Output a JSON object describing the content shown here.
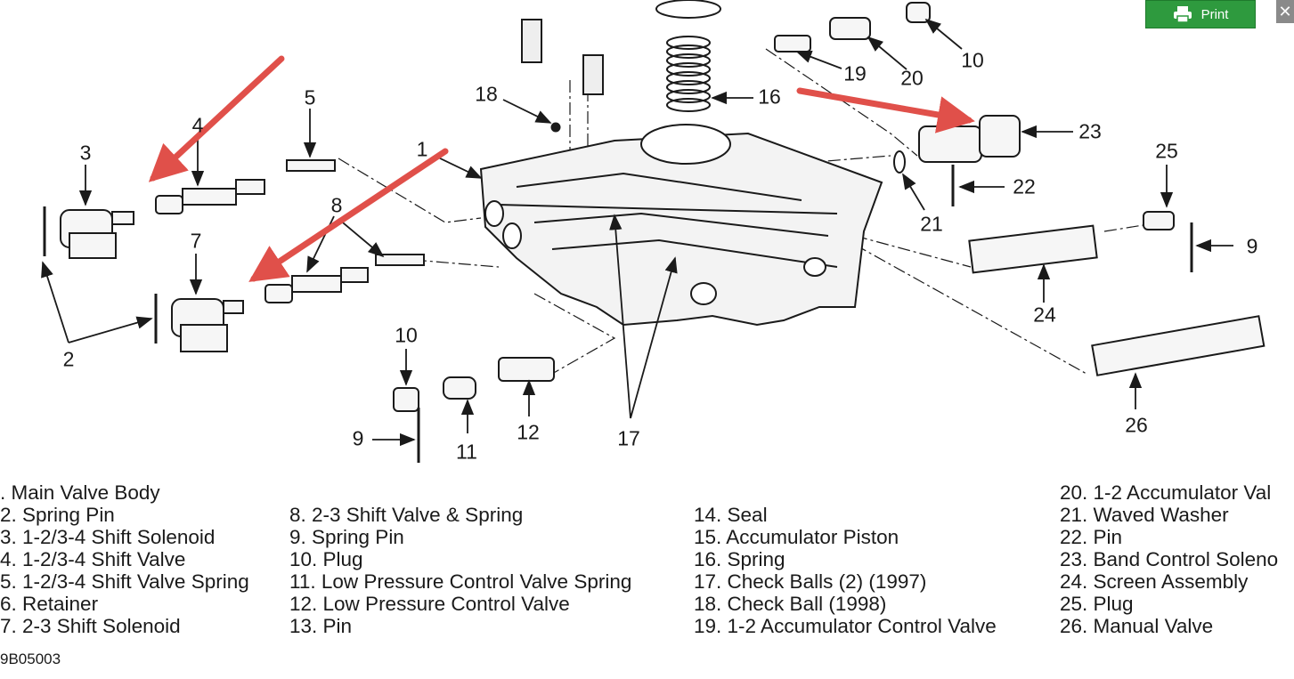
{
  "toolbar": {
    "print_label": "Print",
    "close_glyph": "✕",
    "print_icon": "printer-icon",
    "close_icon": "close-icon",
    "print_color": "#2e9a3e",
    "arrow_color": "#e0504a"
  },
  "diagram": {
    "callouts": [
      "3",
      "4",
      "5",
      "18",
      "1",
      "16",
      "19",
      "20",
      "10",
      "23",
      "25",
      "22",
      "21",
      "7",
      "8",
      "9",
      "24",
      "10",
      "2",
      "12",
      "11",
      "9",
      "17",
      "26"
    ]
  },
  "legend": {
    "col1": [
      ". Main Valve Body",
      "2. Spring Pin",
      "3. 1-2/3-4 Shift Solenoid",
      "4. 1-2/3-4 Shift Valve",
      "5. 1-2/3-4 Shift Valve Spring",
      "6. Retainer",
      "7. 2-3 Shift Solenoid"
    ],
    "col2": [
      "8. 2-3 Shift Valve & Spring",
      "9. Spring Pin",
      "10. Plug",
      "11. Low Pressure Control Valve Spring",
      "12. Low Pressure Control Valve",
      "13. Pin"
    ],
    "col3": [
      "14. Seal",
      "15. Accumulator Piston",
      "16. Spring",
      "17. Check Balls (2) (1997)",
      "18. Check Ball (1998)",
      "19. 1-2 Accumulator Control Valve"
    ],
    "col4": [
      "20. 1-2 Accumulator Val",
      "21. Waved Washer",
      "22. Pin",
      "23. Band Control Soleno",
      "24. Screen Assembly",
      "25. Plug",
      "26. Manual Valve"
    ]
  },
  "figure_code": "9B05003"
}
